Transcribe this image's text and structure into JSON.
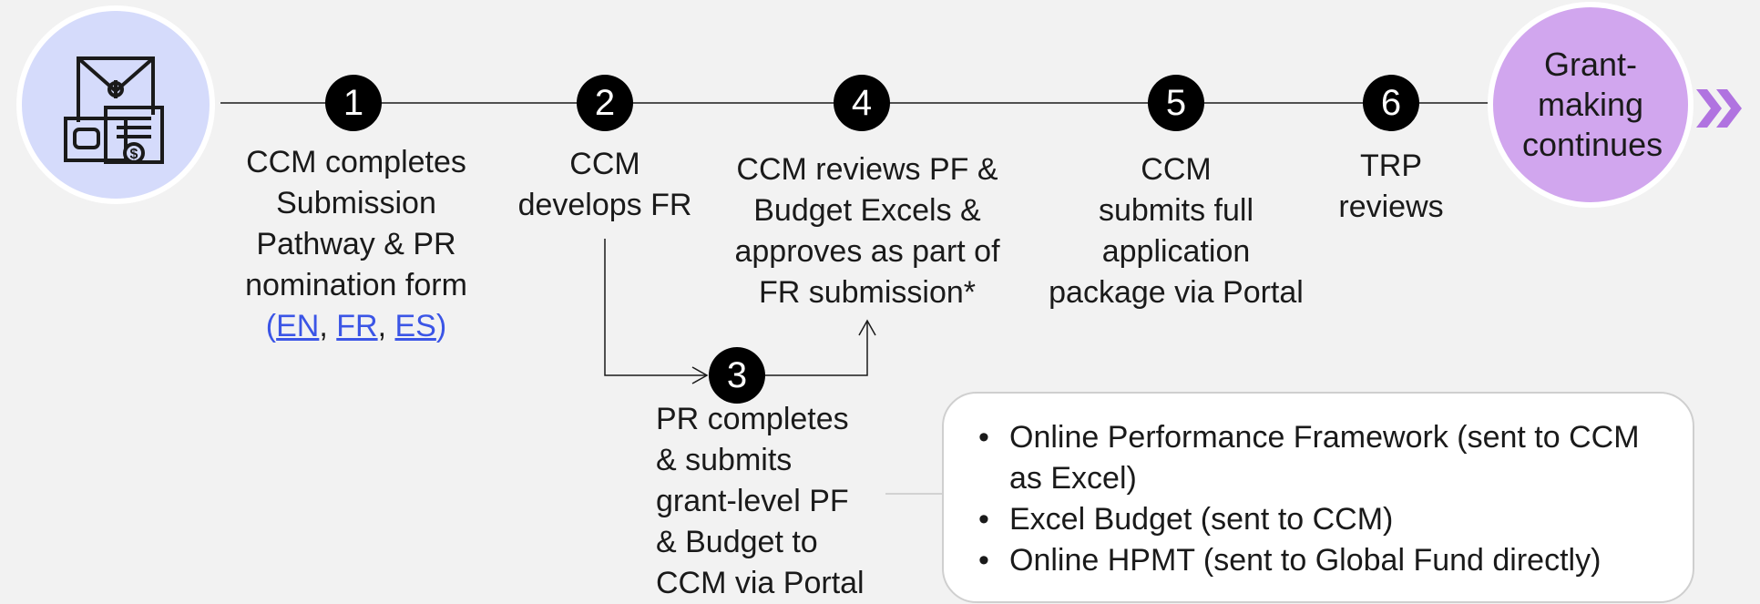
{
  "icons": {
    "start": "document-money-envelope-icon",
    "continue": "double-chevron-right-icon"
  },
  "colors": {
    "start_circle": "#d5dbfb",
    "end_circle": "#d1a6ee",
    "step_badge": "#000000",
    "link": "#3b55e6",
    "chevron": "#b073e0"
  },
  "steps": [
    {
      "number": "1",
      "lines": [
        "CCM completes",
        "Submission",
        "Pathway & PR",
        "nomination form"
      ]
    },
    {
      "number": "2",
      "lines": [
        "CCM",
        "develops FR"
      ]
    },
    {
      "number": "3",
      "lines": [
        "PR completes",
        "& submits",
        "grant-level PF",
        "& Budget to",
        "CCM via Portal"
      ]
    },
    {
      "number": "4",
      "lines": [
        "CCM reviews PF &",
        "Budget Excels &",
        "approves as part of",
        "FR submission*"
      ]
    },
    {
      "number": "5",
      "lines": [
        "CCM",
        "submits full",
        "application",
        "package via Portal"
      ]
    },
    {
      "number": "6",
      "lines": [
        "TRP",
        "reviews"
      ]
    }
  ],
  "languages": {
    "open": "(",
    "en": "EN",
    "sep1": ", ",
    "fr": "FR",
    "sep2": ", ",
    "es": "ES",
    "close": ")"
  },
  "end_label": "Grant-making continues",
  "box_items": [
    "Online Performance Framework (sent to CCM as Excel)",
    "Excel Budget (sent to CCM)",
    "Online HPMT (sent to Global Fund directly)"
  ]
}
